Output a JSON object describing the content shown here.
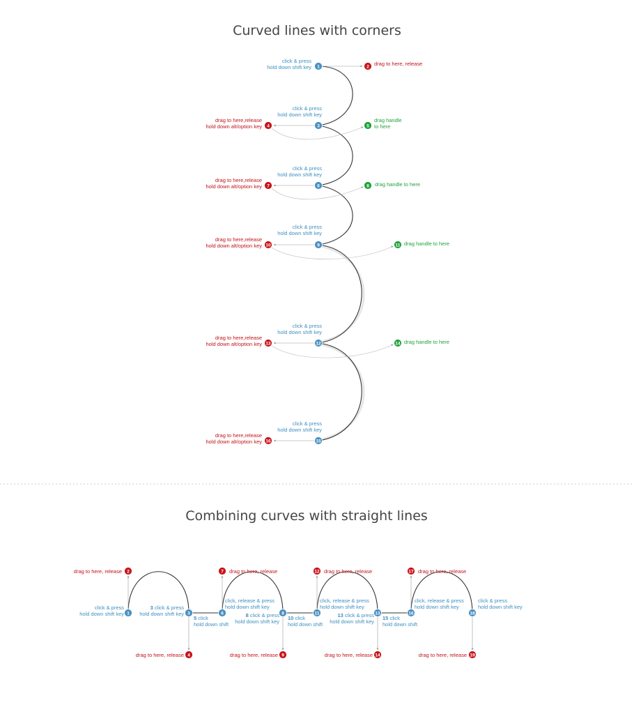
{
  "colors": {
    "blue": "#4a90c2",
    "red": "#c8141a",
    "green": "#1fa33a",
    "line": "#333333"
  },
  "section1": {
    "title": "Curved lines with corners",
    "steps": [
      {
        "num": "1",
        "color": "blue",
        "text": [
          "click & press",
          "hold down shift key"
        ]
      },
      {
        "num": "2",
        "color": "red",
        "text": [
          "drag to here, release"
        ]
      },
      {
        "num": "3",
        "color": "blue",
        "text": [
          "click & press",
          "hold down shift key"
        ]
      },
      {
        "num": "4",
        "color": "red",
        "text": [
          "drag to here,release",
          "hold down alt/option key"
        ]
      },
      {
        "num": "5",
        "color": "green",
        "text": [
          "drag handle",
          "to here"
        ]
      },
      {
        "num": "6",
        "color": "blue",
        "text": [
          "click & press",
          "hold down shift key"
        ]
      },
      {
        "num": "7",
        "color": "red",
        "text": [
          "drag to here,release",
          "hold down alt/option key"
        ]
      },
      {
        "num": "8",
        "color": "green",
        "text": [
          "drag handle to here"
        ]
      },
      {
        "num": "9",
        "color": "blue",
        "text": [
          "click & press",
          "hold down shift key"
        ]
      },
      {
        "num": "10",
        "color": "red",
        "text": [
          "drag to here,release",
          "hold down alt/option key"
        ]
      },
      {
        "num": "11",
        "color": "green",
        "text": [
          "drag handle to here"
        ]
      },
      {
        "num": "12",
        "color": "blue",
        "text": [
          "click & press",
          "hold down shift key"
        ]
      },
      {
        "num": "13",
        "color": "red",
        "text": [
          "drag to here,release",
          "hold down alt/option key"
        ]
      },
      {
        "num": "14",
        "color": "green",
        "text": [
          "drag handle to here"
        ]
      },
      {
        "num": "15",
        "color": "blue",
        "text": [
          "click & press",
          "hold down shift key"
        ]
      },
      {
        "num": "16",
        "color": "red",
        "text": [
          "drag to here,release",
          "hold down alt/option key"
        ]
      }
    ]
  },
  "section2": {
    "title": "Combining curves with straight lines",
    "steps": [
      {
        "num": "1",
        "color": "blue",
        "text": [
          "click & press",
          "hold down shift key"
        ]
      },
      {
        "num": "2",
        "color": "red",
        "text": [
          "drag to here, release"
        ]
      },
      {
        "num": "3",
        "color": "blue",
        "text": [
          "click & press",
          "hold down shift key"
        ]
      },
      {
        "num": "4",
        "color": "red",
        "text": [
          "drag to here, release"
        ]
      },
      {
        "num": "5",
        "color": "blue",
        "text": [
          "click",
          "hold down shift"
        ]
      },
      {
        "num": "6",
        "color": "blue",
        "text": [
          "click, release & press",
          "hold down shift key"
        ]
      },
      {
        "num": "7",
        "color": "red",
        "text": [
          "drag to here, release"
        ]
      },
      {
        "num": "8",
        "color": "blue",
        "text": [
          "click & press",
          "hold down shift key"
        ]
      },
      {
        "num": "9",
        "color": "red",
        "text": [
          "drag to here, release"
        ]
      },
      {
        "num": "10",
        "color": "blue",
        "text": [
          "click",
          "hold down shift"
        ]
      },
      {
        "num": "11",
        "color": "blue",
        "text": [
          "click, release & press",
          "hold down shift key"
        ]
      },
      {
        "num": "12",
        "color": "red",
        "text": [
          "drag to here, release"
        ]
      },
      {
        "num": "13",
        "color": "blue",
        "text": [
          "click & press",
          "hold down shift key"
        ]
      },
      {
        "num": "14",
        "color": "red",
        "text": [
          "drag to here, release"
        ]
      },
      {
        "num": "15",
        "color": "blue",
        "text": [
          "click",
          "hold down shift"
        ]
      },
      {
        "num": "16",
        "color": "blue",
        "text": [
          "click, release & press",
          "hold down shift key"
        ]
      },
      {
        "num": "17",
        "color": "red",
        "text": [
          "drag to here, release"
        ]
      },
      {
        "num": "18",
        "color": "blue",
        "text": [
          "click & press",
          "hold down shift key"
        ]
      },
      {
        "num": "19",
        "color": "red",
        "text": [
          "drag to here, release"
        ]
      }
    ]
  }
}
